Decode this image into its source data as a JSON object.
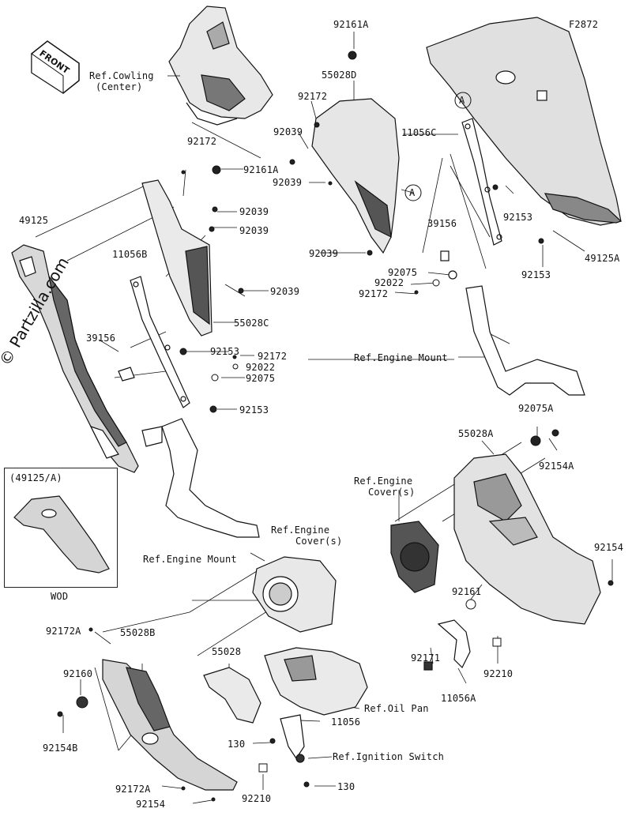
{
  "diagram": {
    "code": "F2872",
    "watermark": "© Partzilla.com",
    "front_label": "FRONT",
    "inset_title": "(49125/A)",
    "inset_caption": "WOD",
    "labels": {
      "ref_cowling_1": "Ref.Cowling",
      "ref_cowling_2": "(Center)",
      "p92161A_top": "92161A",
      "p55028D": "55028D",
      "p92172_top": "92172",
      "p92039_a": "92039",
      "p92039_b": "92039",
      "p92039_c": "92039",
      "p92039_d": "92039",
      "p92039_e": "92039",
      "p92039_f": "92039",
      "callout_A1": "A",
      "callout_A2": "A",
      "p11056C": "11056C",
      "p92153_a": "92153",
      "p92153_b": "92153",
      "p92153_c": "92153",
      "p92153_d": "92153",
      "p39156_r": "39156",
      "p39156_l": "39156",
      "p49125A": "49125A",
      "p49125": "49125",
      "p92075_r": "92075",
      "p92075_l": "92075",
      "p92022_r": "92022",
      "p92022_l": "92022",
      "p92172_r": "92172",
      "p92172_l": "92172",
      "p92172_l2": "92172",
      "p92161A_l": "92161A",
      "p11056B": "11056B",
      "p55028C": "55028C",
      "ref_engine_mount_r": "Ref.Engine Mount",
      "ref_engine_mount_l": "Ref.Engine Mount",
      "p92075A": "92075A",
      "p92154A": "92154A",
      "p55028A": "55028A",
      "ref_engine_cover_r1": "Ref.Engine",
      "ref_engine_cover_r2": "Cover(s)",
      "ref_engine_cover_c1": "Ref.Engine",
      "ref_engine_cover_c2": "Cover(s)",
      "p92154_r": "92154",
      "p92161": "92161",
      "p92171": "92171",
      "p92210_r": "92210",
      "p11056A": "11056A",
      "p92172A_top": "92172A",
      "p55028B": "55028B",
      "p55028": "55028",
      "p92160": "92160",
      "p92154B": "92154B",
      "ref_oil_pan": "Ref.Oil Pan",
      "p11056": "11056",
      "p130_a": "130",
      "p130_b": "130",
      "ref_ignition": "Ref.Ignition Switch",
      "p92172A_bot": "92172A",
      "p92210_bot": "92210",
      "p92154_bot": "92154"
    }
  }
}
